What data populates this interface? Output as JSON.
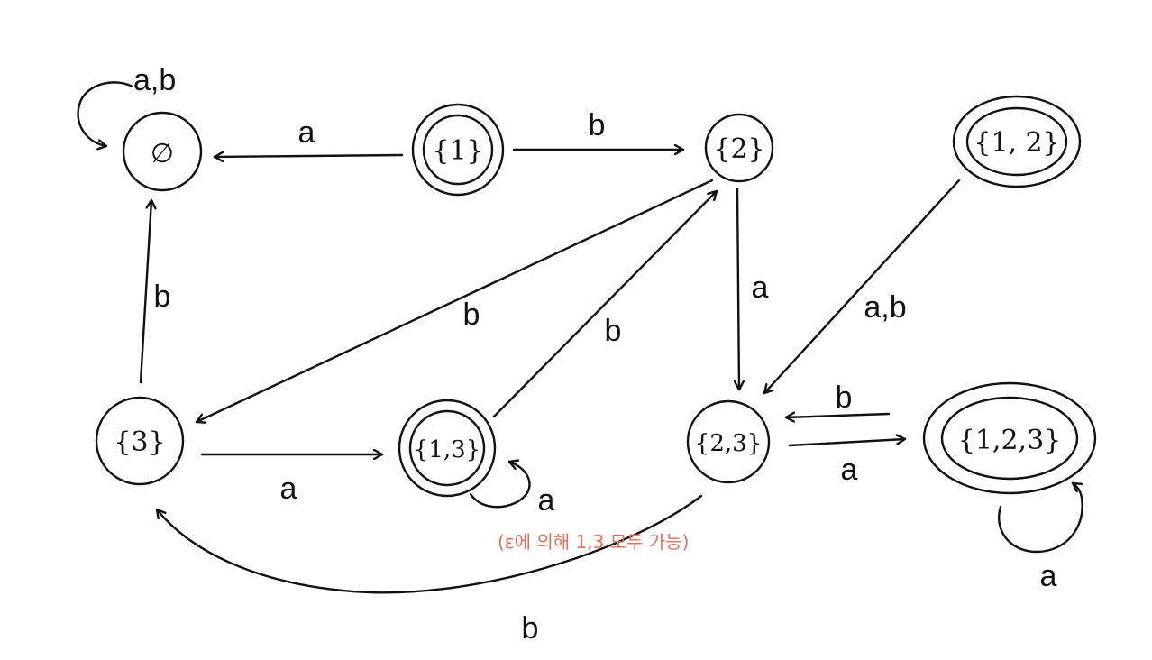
{
  "colors": {
    "ink": "#111111",
    "note": "#e0705a"
  },
  "states": {
    "empty": "∅",
    "s1": "{1}",
    "s2": "{2}",
    "s12": "{1, 2}",
    "s3": "{3}",
    "s13": "{1,3}",
    "s23": "{2,3}",
    "s123": "{1,2,3}"
  },
  "edges": {
    "empty_self": "a,b",
    "s1_to_empty": "a",
    "s1_to_s2": "b",
    "s2_to_s3": "b",
    "s13_to_s2": "b",
    "s2_to_s23": "a",
    "s12_to_s23": "a,b",
    "s3_to_empty": "b",
    "s3_to_s13": "a",
    "s13_self": "a",
    "s23_to_s123": "a",
    "s123_to_s23": "b",
    "s123_self": "a",
    "s23_to_s3": "b"
  },
  "note": "(ε에 의해 1,3 모두 가능)"
}
